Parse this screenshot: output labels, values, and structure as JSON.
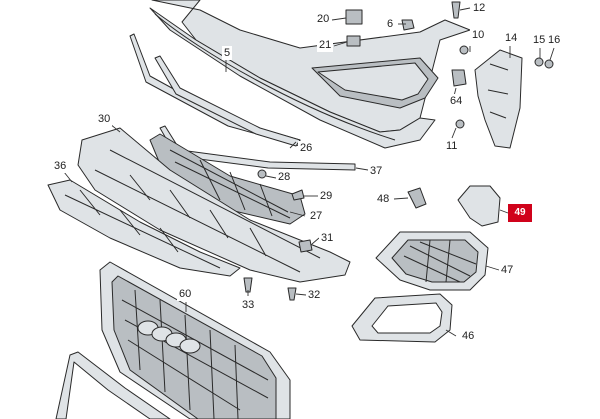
{
  "colors": {
    "highlight": "#d0021b",
    "part_fill": "#dfe3e6",
    "outline": "#2a2a2a"
  },
  "callouts": [
    {
      "id": "c5",
      "text": "5"
    },
    {
      "id": "c6",
      "text": "6"
    },
    {
      "id": "c10",
      "text": "10"
    },
    {
      "id": "c11",
      "text": "11"
    },
    {
      "id": "c12",
      "text": "12"
    },
    {
      "id": "c14",
      "text": "14"
    },
    {
      "id": "c15",
      "text": "15"
    },
    {
      "id": "c16",
      "text": "16"
    },
    {
      "id": "c20",
      "text": "20"
    },
    {
      "id": "c21",
      "text": "21"
    },
    {
      "id": "c26",
      "text": "26"
    },
    {
      "id": "c27",
      "text": "27"
    },
    {
      "id": "c28",
      "text": "28"
    },
    {
      "id": "c29",
      "text": "29"
    },
    {
      "id": "c30",
      "text": "30"
    },
    {
      "id": "c31",
      "text": "31"
    },
    {
      "id": "c32",
      "text": "32"
    },
    {
      "id": "c33",
      "text": "33"
    },
    {
      "id": "c36",
      "text": "36"
    },
    {
      "id": "c37",
      "text": "37"
    },
    {
      "id": "c46",
      "text": "46"
    },
    {
      "id": "c47",
      "text": "47"
    },
    {
      "id": "c48",
      "text": "48"
    },
    {
      "id": "c49",
      "text": "49",
      "highlighted": true
    },
    {
      "id": "c60",
      "text": "60"
    },
    {
      "id": "c64",
      "text": "64"
    }
  ]
}
